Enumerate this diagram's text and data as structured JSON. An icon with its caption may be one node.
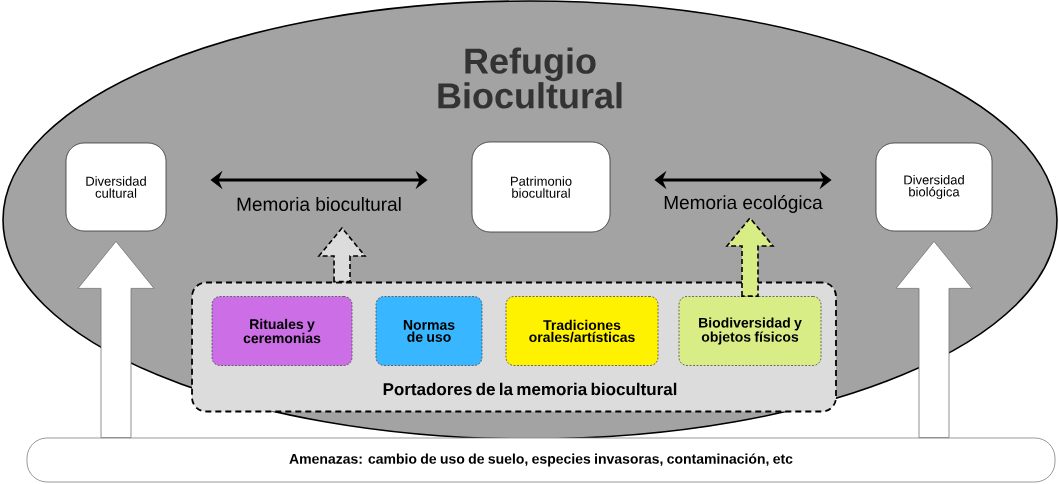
{
  "diagram": {
    "nodes": [
      {
        "text": [
          "Refugio Biocultural"
        ]
      },
      {
        "text": [
          "Diversidad cultural"
        ],
        "in": 0
      },
      {
        "text": [
          "Patrimonio biocultural"
        ],
        "in": 0
      },
      {
        "text": [
          "Diversidad biológica"
        ],
        "in": 0
      },
      {
        "text": [
          "Portadores de la memoria biocultural"
        ],
        "in": 0
      },
      {
        "text": [
          "Rituales y ceremonias"
        ],
        "in": 4
      },
      {
        "text": [
          "Normas de uso"
        ],
        "in": 4
      },
      {
        "text": [
          "Tradiciones orales/artísticas"
        ],
        "in": 4
      },
      {
        "text": [
          "Biodiversidad y objetos físicos"
        ],
        "in": 4
      },
      {
        "text": [
          "Amenazas: cambio de uso de suelo, especies invasoras, contaminación, etc"
        ]
      }
    ],
    "edges": [
      {
        "from": 1,
        "to": 2,
        "arrow": "both",
        "label": "Memoria biocultural"
      },
      {
        "from": 2,
        "to": 3,
        "arrow": "both",
        "label": "Memoria ecológica"
      },
      {
        "from": 4,
        "to": null,
        "arrow": "to",
        "style": "dashed",
        "color": "#dcdcdc"
      },
      {
        "from": 8,
        "to": null,
        "arrow": "to",
        "style": "dashed",
        "color": "#d9ed86"
      },
      {
        "from": 9,
        "to": 1,
        "arrow": "to",
        "color": "#ffffff"
      },
      {
        "from": 9,
        "to": 3,
        "arrow": "to",
        "color": "#ffffff"
      }
    ]
  }
}
